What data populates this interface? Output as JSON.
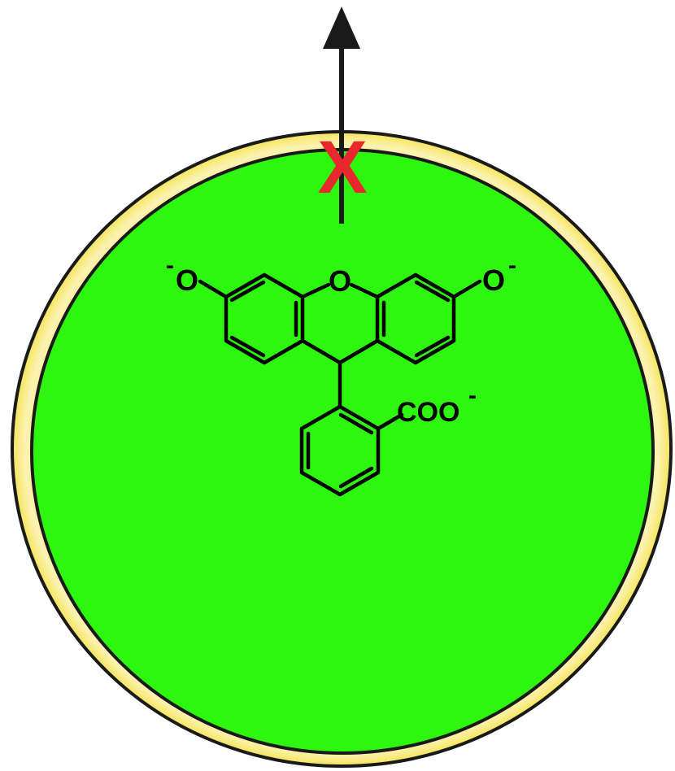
{
  "colors": {
    "cell_fill": "#2ef70f",
    "membrane": "#f7ea6a",
    "membrane_highlight": "#fbf3b4",
    "outline": "#1a1a1a",
    "arrow": "#1a1a1a",
    "block_mark": "#e8282c"
  },
  "icons": {
    "arrow": "arrow-up-icon",
    "block": "x-mark-icon"
  },
  "molecule": {
    "labels": {
      "ring_oxygen": "O",
      "left_oxygen": "O",
      "left_charge": "-",
      "right_oxygen": "O",
      "right_charge": "-",
      "carboxylate": "COO",
      "carboxylate_charge": "-"
    }
  },
  "block_mark_label": "X"
}
